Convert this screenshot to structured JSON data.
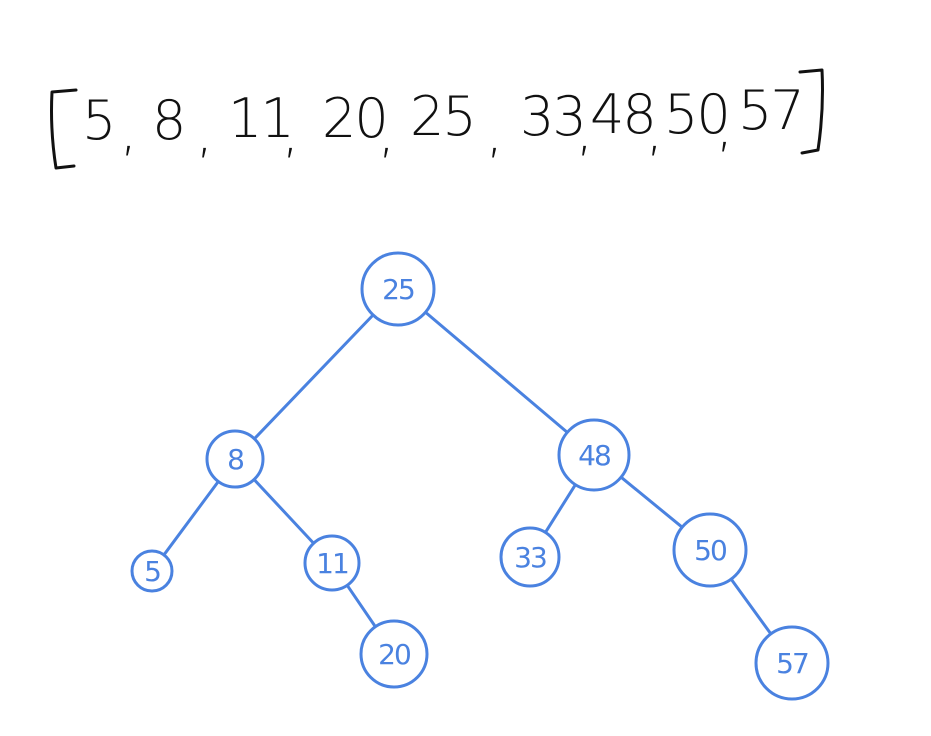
{
  "array": {
    "open_bracket": "[",
    "close_bracket": "]",
    "items": [
      "5",
      "8",
      "11",
      "20",
      "25",
      "33",
      "48",
      "50",
      "57"
    ],
    "separator": ","
  },
  "tree": {
    "color": "#4a82e0",
    "nodes": [
      {
        "id": "n25",
        "label": "25"
      },
      {
        "id": "n8",
        "label": "8"
      },
      {
        "id": "n48",
        "label": "48"
      },
      {
        "id": "n5",
        "label": "5"
      },
      {
        "id": "n11",
        "label": "11"
      },
      {
        "id": "n20",
        "label": "20"
      },
      {
        "id": "n33",
        "label": "33"
      },
      {
        "id": "n50",
        "label": "50"
      },
      {
        "id": "n57",
        "label": "57"
      }
    ],
    "edges": [
      [
        "n25",
        "n8"
      ],
      [
        "n25",
        "n48"
      ],
      [
        "n8",
        "n5"
      ],
      [
        "n8",
        "n11"
      ],
      [
        "n11",
        "n20"
      ],
      [
        "n48",
        "n33"
      ],
      [
        "n48",
        "n50"
      ],
      [
        "n50",
        "n57"
      ]
    ]
  }
}
